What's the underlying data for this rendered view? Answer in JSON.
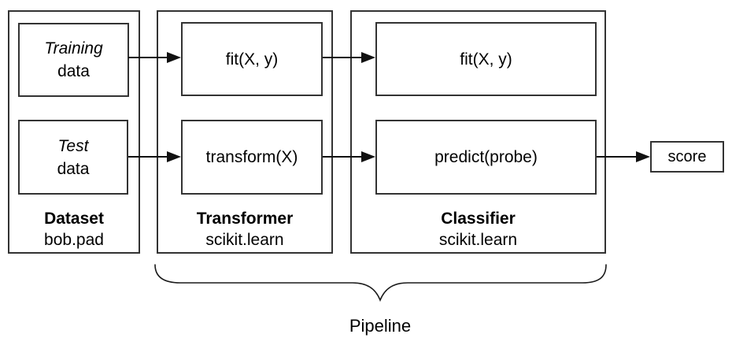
{
  "diagram": {
    "groups": [
      {
        "label": "Dataset",
        "sublabel": "bob.pad",
        "boxes": [
          {
            "line1": "Training",
            "line2": "data"
          },
          {
            "line1": "Test",
            "line2": "data"
          }
        ]
      },
      {
        "label": "Transformer",
        "sublabel": "scikit.learn",
        "boxes": [
          {
            "line1": "fit(X, y)"
          },
          {
            "line1": "transform(X)"
          }
        ]
      },
      {
        "label": "Classifier",
        "sublabel": "scikit.learn",
        "boxes": [
          {
            "line1": "fit(X, y)"
          },
          {
            "line1": "predict(probe)"
          }
        ]
      }
    ],
    "score_label": "score",
    "pipeline_label": "Pipeline",
    "colors": {
      "box_border": "#333333",
      "arrow": "#111111",
      "text": "#000000",
      "background": "#ffffff"
    }
  }
}
